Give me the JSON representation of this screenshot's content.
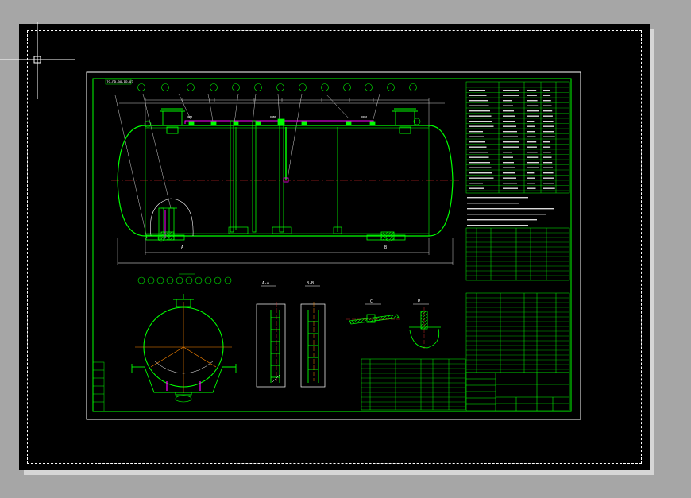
{
  "drawing": {
    "header_code": "JS-DB-08-FB-02",
    "title_label": "",
    "sections": {
      "a": "A-A",
      "b": "B-B",
      "c": "C",
      "d": "D"
    },
    "view_labels": {
      "a": "A",
      "b": "B"
    }
  },
  "colors": {
    "frame_green": "#00ff00",
    "line_white": "#ffffff",
    "magenta": "#ff00ff",
    "centerline_red": "#ff3030",
    "dimension_orange": "#ff8800",
    "background": "#000000",
    "workspace_gray": "#a6a6a6"
  },
  "icons": {
    "cursor": "crosshair-cursor-icon"
  }
}
